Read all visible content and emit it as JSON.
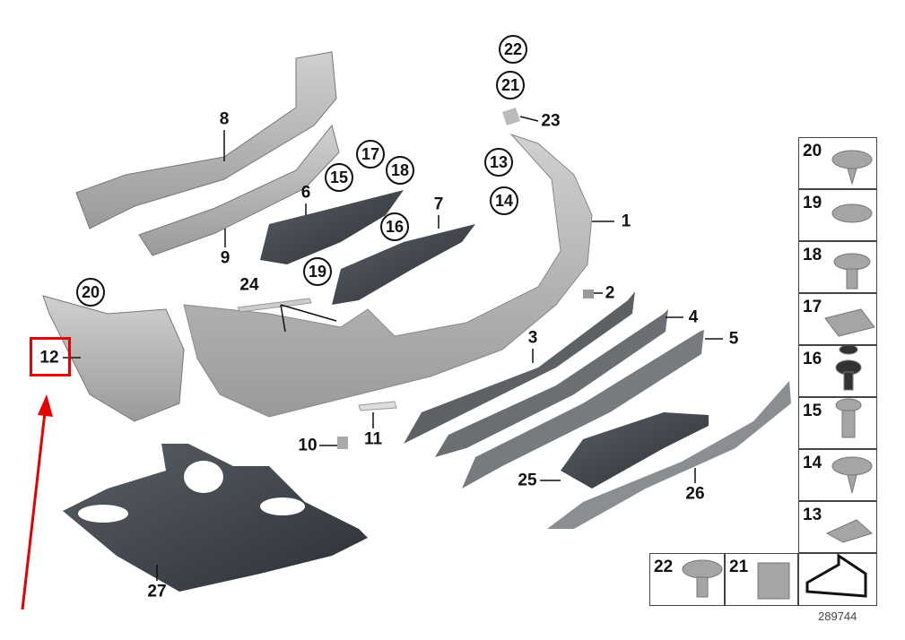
{
  "diagram_id": "289744",
  "callouts": {
    "p1": "1",
    "p2": "2",
    "p3": "3",
    "p4": "4",
    "p5": "5",
    "p6": "6",
    "p7": "7",
    "p8": "8",
    "p9": "9",
    "p10": "10",
    "p11": "11",
    "p12": "12",
    "p23": "23",
    "p24": "24",
    "p25": "25",
    "p26": "26",
    "p27": "27"
  },
  "circled_callouts": {
    "c13": "13",
    "c14": "14",
    "c15": "15",
    "c16": "16",
    "c17": "17",
    "c18": "18",
    "c19": "19",
    "c20": "20",
    "c21": "21",
    "c22": "22"
  },
  "fastener_panel": {
    "column": [
      "20",
      "19",
      "18",
      "17",
      "16",
      "15",
      "14",
      "13"
    ],
    "bottom_row": [
      "22",
      "21"
    ]
  },
  "highlight": {
    "part": "12",
    "color": "#e60000"
  }
}
